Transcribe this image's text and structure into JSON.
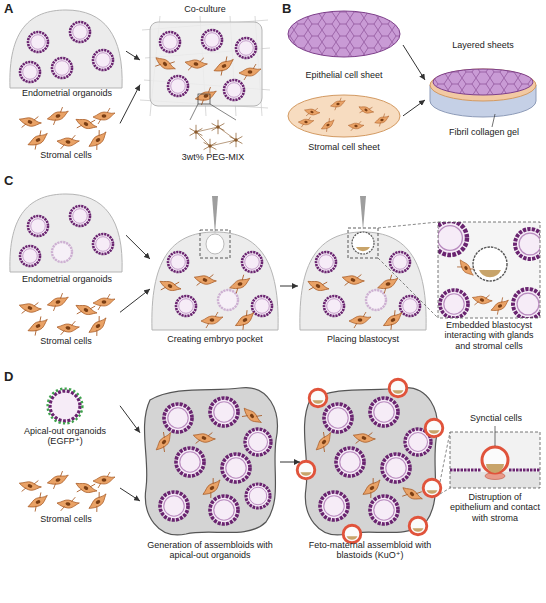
{
  "diagram": {
    "nodes": [
      {
        "text": [
          "Endometrial organoids"
        ]
      },
      {
        "text": [
          "Stromal cells"
        ]
      },
      {
        "text": [
          "Co-culture"
        ]
      },
      {
        "text": [
          "Epithelial cell sheet"
        ]
      },
      {
        "text": [
          "Stromal cell sheet"
        ]
      },
      {
        "text": [
          "Layered sheets"
        ]
      },
      {
        "text": [
          "Endometrial organoids"
        ]
      },
      {
        "text": [
          "Stromal cells"
        ]
      },
      {
        "text": [
          "Creating embryo pocket"
        ]
      },
      {
        "text": [
          "Placing blastocyst"
        ]
      },
      {
        "text": [
          "Embedded blastocyst interacting with glands and stromal cells"
        ]
      },
      {
        "text": [
          "Apical-out organoids (EGFP⁺)"
        ]
      },
      {
        "text": [
          "Stromal cells"
        ]
      },
      {
        "text": [
          "Generation of assembloids with apical-out organoids"
        ]
      },
      {
        "text": [
          "Feto-maternal assembloid with blastoids (KuO⁺)"
        ]
      },
      {
        "text": [
          "Distruption of epithelium and contact with stroma"
        ]
      }
    ],
    "edges": [
      {
        "from": 0,
        "to": 2,
        "arrow": "to"
      },
      {
        "from": 1,
        "to": 2,
        "arrow": "to"
      },
      {
        "from": 3,
        "to": 5,
        "arrow": "to"
      },
      {
        "from": 4,
        "to": 5,
        "arrow": "to"
      },
      {
        "from": 6,
        "to": 8,
        "arrow": "to"
      },
      {
        "from": 7,
        "to": 8,
        "arrow": "to"
      },
      {
        "from": 8,
        "to": 9,
        "arrow": "to"
      },
      {
        "from": 11,
        "to": 13,
        "arrow": "to"
      },
      {
        "from": 12,
        "to": 13,
        "arrow": "to"
      },
      {
        "from": 13,
        "to": 14,
        "arrow": "to"
      }
    ],
    "labels": [
      "A",
      "3wt% PEG-MIX",
      "B",
      "Fibril collagen gel",
      "C",
      "D",
      "Synctial cells"
    ]
  }
}
